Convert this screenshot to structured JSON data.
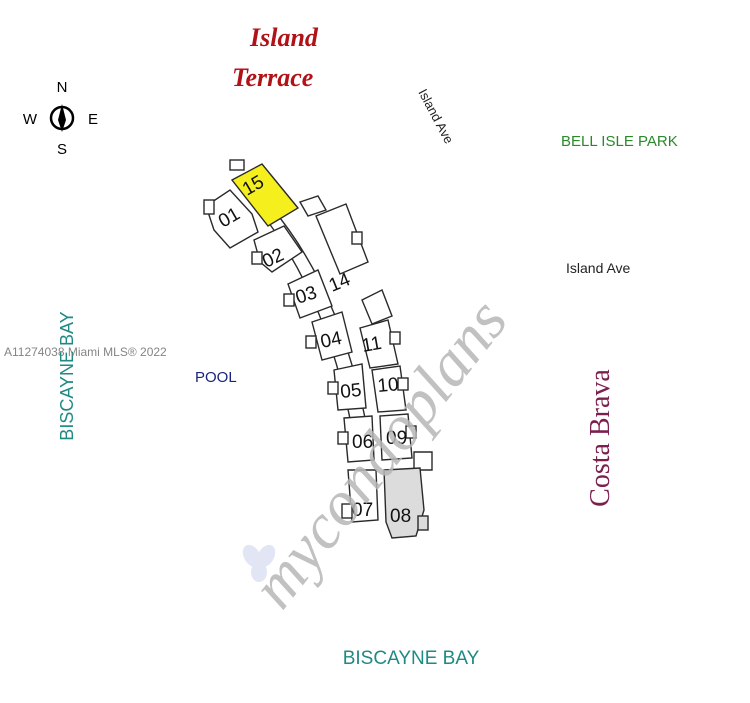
{
  "title": {
    "line1": "Island",
    "line2": "Terrace",
    "color": "#b01218"
  },
  "compass": {
    "n": "N",
    "s": "S",
    "e": "E",
    "w": "W"
  },
  "labels": {
    "island_ave_top": "Island Ave",
    "bell_isle_park": "BELL ISLE PARK",
    "island_ave_right": "Island Ave",
    "biscayne_bay_left": "BISCAYNE BAY",
    "pool": "POOL",
    "costa_brava": "Costa Brava",
    "biscayne_bay_bottom": "BISCAYNE BAY",
    "watermark": "mycondoplans",
    "mls_credit": "A11274038 Miami MLS® 2022"
  },
  "units": {
    "highlighted": "15",
    "shaded": "08",
    "west_row": [
      "01",
      "02",
      "03",
      "04",
      "05",
      "06",
      "07"
    ],
    "east_row": [
      "15",
      "14",
      "11",
      "10",
      "09",
      "08"
    ]
  },
  "colors": {
    "highlight": "#f5ef1e",
    "shaded": "#dcdcdc",
    "outline": "#2a2a2a",
    "green": "#2a8a2a",
    "teal": "#1f8a84",
    "navy": "#1a237e",
    "plum": "#7a1f4e",
    "watermark_pink": "#e8a7aa",
    "watermark_gray": "#9a9a9a"
  }
}
